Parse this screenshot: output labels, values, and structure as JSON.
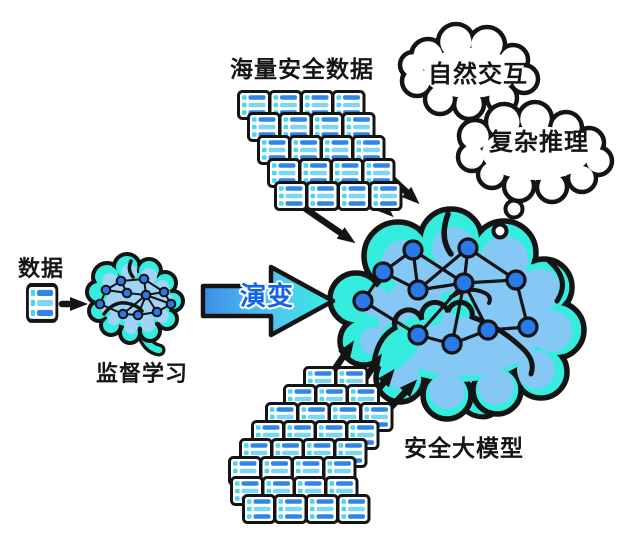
{
  "diagram": {
    "title_context": "evolution from supervised learning to a security large model",
    "top_data_label": "海量安全数据",
    "left_data_label": "数据",
    "supervised_label": "监督学习",
    "evolution_arrow_label": "演变",
    "model_label": "安全大模型",
    "thought_bubble_1": "自然交互",
    "thought_bubble_2": "复杂推理",
    "icons": {
      "server": "server-stack-icon",
      "small_brain": "small-brain-network-icon",
      "large_brain": "large-brain-network-icon",
      "thought_cloud": "thought-cloud-icon",
      "flow_arrow": "black-arrow-icon",
      "evolution_arrow": "gradient-right-arrow-icon"
    },
    "colors": {
      "background": "#ffffff",
      "brain_cyan": "#35EDDE",
      "brain_inner_blue": "#85C8F5",
      "small_brain_inner_blue": "#9FD4F6",
      "network_node_blue": "#2979E8",
      "server_bar_blue": "#2E86E8",
      "server_bar_light": "#7FD6F2",
      "server_chip_cyan": "#4FD4F0",
      "arrow_gradient_start": "#3E8FE8",
      "arrow_gradient_end": "#36EEE4",
      "evolution_text_blue": "#1363E8",
      "outline_black": "#141414"
    }
  }
}
